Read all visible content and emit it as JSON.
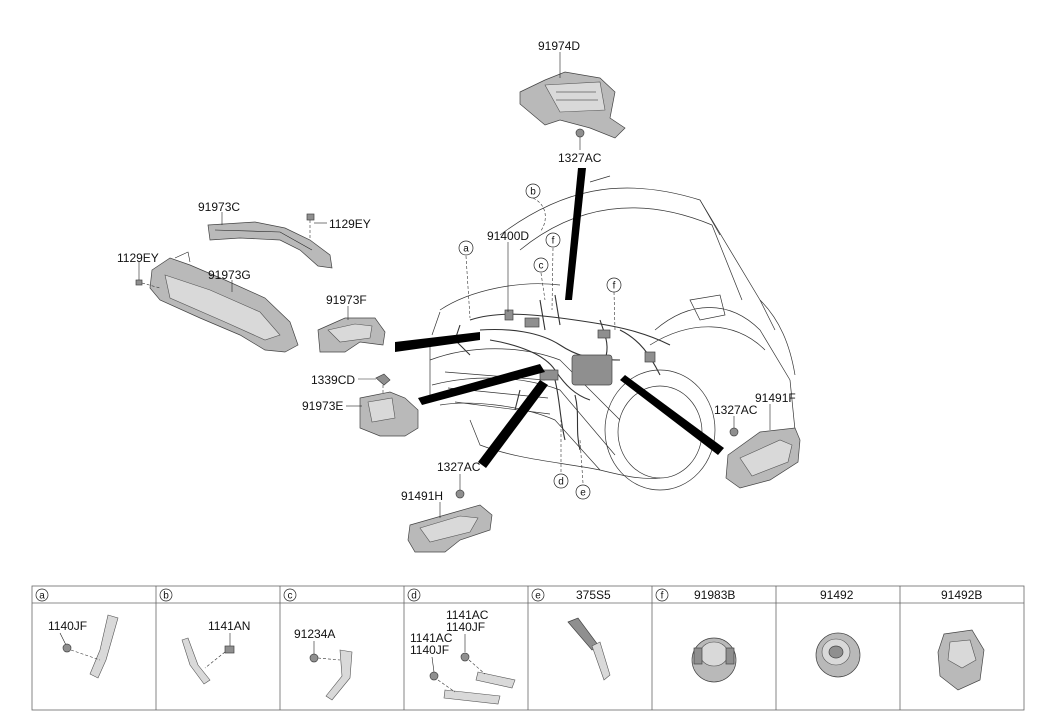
{
  "labels": {
    "p91974D": "91974D",
    "p1327AC_top": "1327AC",
    "p91973C": "91973C",
    "p1129EY_a": "1129EY",
    "p1129EY_b": "1129EY",
    "p91973G": "91973G",
    "p91400D": "91400D",
    "p91973F": "91973F",
    "p1339CD": "1339CD",
    "p91973E": "91973E",
    "p91491F": "91491F",
    "p1327AC_right": "1327AC",
    "p1327AC_bottom": "1327AC",
    "p91491H": "91491H"
  },
  "callouts": {
    "a": "a",
    "b": "b",
    "c": "c",
    "d": "d",
    "e": "e",
    "f": "f"
  },
  "table": {
    "cells": [
      {
        "letter": "a",
        "title": "",
        "parts": [
          "1140JF"
        ]
      },
      {
        "letter": "b",
        "title": "",
        "parts": [
          "1141AN"
        ]
      },
      {
        "letter": "c",
        "title": "",
        "parts": [
          "91234A"
        ]
      },
      {
        "letter": "d",
        "title": "",
        "parts": [
          "1141AC",
          "1140JF",
          "1141AC",
          "1140JF"
        ]
      },
      {
        "letter": "e",
        "title": "375S5",
        "parts": []
      },
      {
        "letter": "f",
        "title": "91983B",
        "parts": []
      },
      {
        "letter": "",
        "title": "91492",
        "parts": []
      },
      {
        "letter": "",
        "title": "91492B",
        "parts": []
      }
    ]
  },
  "colors": {
    "line": "#222222",
    "part_fill": "#b9b9b9",
    "part_dark": "#8f8f8f",
    "leader_black": "#000000"
  }
}
